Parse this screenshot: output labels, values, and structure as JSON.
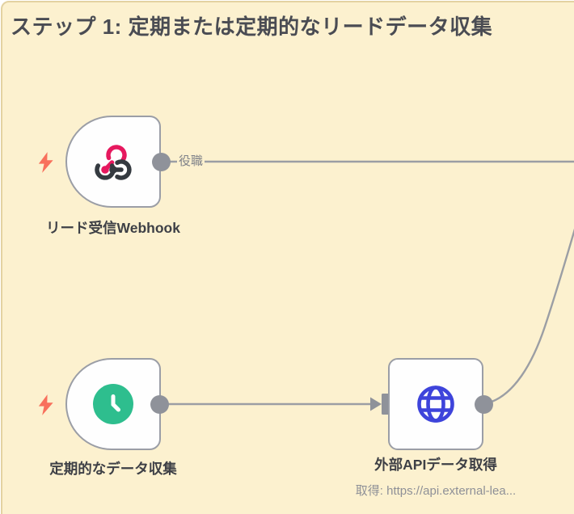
{
  "sticky": {
    "title": "ステップ 1: 定期または定期的なリードデータ収集",
    "bg_color": "#FCF1CF",
    "border_color": "#E3D2A2"
  },
  "nodes": {
    "webhook": {
      "label": "リード受信Webhook",
      "type": "webhook-trigger",
      "icon": "webhook-icon",
      "icon_colors": {
        "pink": "#E6185E",
        "dark": "#343A40"
      }
    },
    "schedule": {
      "label": "定期的なデータ収集",
      "type": "schedule-trigger",
      "icon": "clock-icon",
      "icon_colors": {
        "green": "#2EBE8E"
      }
    },
    "http": {
      "label": "外部APIデータ取得",
      "subtitle": "取得: https://api.external-lea...",
      "type": "http-request",
      "icon": "globe-icon",
      "icon_colors": {
        "blue": "#3E44DB"
      }
    }
  },
  "connections": {
    "webhook_out": {
      "label": "役職",
      "to": "offscreen-right"
    },
    "schedule_to_http": {
      "label": ""
    },
    "http_out": {
      "label": "",
      "to": "offscreen-top-right"
    }
  },
  "colors": {
    "wire": "#9B9EA4",
    "port": "#8F929A",
    "trigger_bolt": "#F8705C",
    "node_border": "#9B9EA6",
    "title_text": "#4A4C53",
    "label_text": "#3E4046",
    "sub_text": "#8E9097"
  }
}
